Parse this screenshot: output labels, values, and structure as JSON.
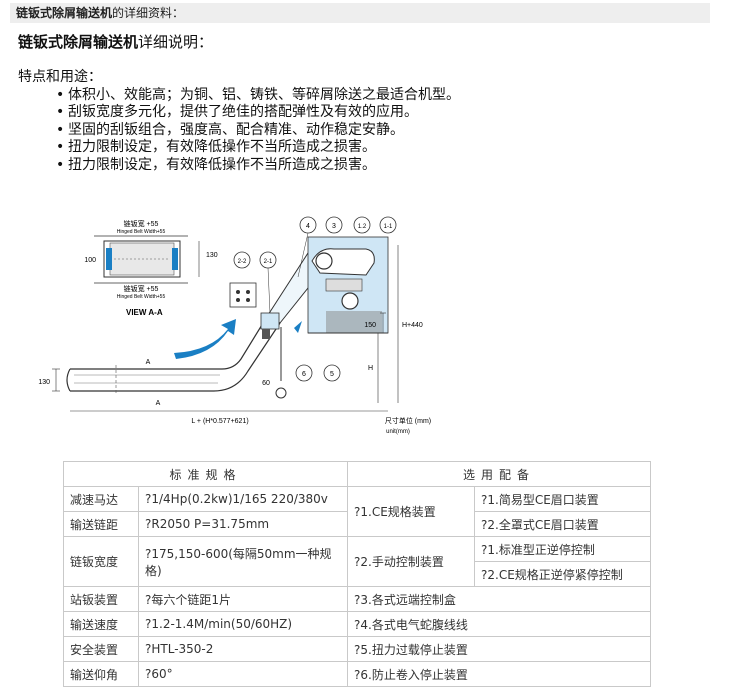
{
  "header": {
    "title_bold": "链钣式除屑输送机",
    "title_rest": "的详细资料："
  },
  "subtitle": {
    "bold": "链钣式除屑输送机",
    "rest": "详细说明："
  },
  "features": {
    "heading": "特点和用途：",
    "items": [
      "体积小、效能高；为铜、铝、铸铁、等碎屑除送之最适合机型。",
      "刮钣宽度多元化，提供了绝佳的搭配弹性及有效的应用。",
      "坚固的刮钣组合，强度高、配合精准、动作稳定安静。",
      "扭力限制设定，有效降低操作不当所造成之损害。",
      "扭力限制设定，有效降低操作不当所造成之损害。"
    ]
  },
  "diagram": {
    "top_label": "链钣宽 +55",
    "top_sublabel": "Hinged Belt Width+55",
    "bottom_label": "链钣宽 +55",
    "bottom_sublabel": "Hinged Belt Width+55",
    "dim_100": "100",
    "dim_130_right": "130",
    "view_label": "VIEW A-A",
    "callouts": [
      "4",
      "3",
      "1.2",
      "1-1",
      "2-2",
      "2-1",
      "6",
      "5"
    ],
    "dim_150": "150",
    "dim_h440": "H+440",
    "dim_h": "H",
    "dim_130_left": "130",
    "label_a": "A",
    "dim_60": "60",
    "length_label": "L + (H*0.577+621)",
    "unit_label": "尺寸单位  (mm)",
    "unit_label_en": "unit(mm)"
  },
  "table": {
    "head_left": "标准规格",
    "head_right": "选用配备",
    "rows": [
      {
        "name": "减速马达",
        "value": "?1/4Hp(0.2kw)1/165 220/380v"
      },
      {
        "name": "输送链距",
        "value": "?R2050 P=31.75mm"
      },
      {
        "name": "链钣宽度",
        "value": "?175,150-600(每隔50mm一种规格)"
      },
      {
        "name": "站钣装置",
        "value": "?每六个链距1片"
      },
      {
        "name": "输送速度",
        "value": "?1.2-1.4M/min(50/60HZ)"
      },
      {
        "name": "安全装置",
        "value": "?HTL-350-2"
      },
      {
        "name": "输送仰角",
        "value": "?60°"
      }
    ],
    "options": {
      "o1": "?1.CE规格装置",
      "o1a": "?1.简易型CE眉口装置",
      "o1b": "?2.全罩式CE眉口装置",
      "o2": "?2.手动控制装置",
      "o2a": "?1.标准型正逆停控制",
      "o2b": "?2.CE规格正逆停紧停控制",
      "o3": "?3.各式远端控制盒",
      "o4": "?4.各式电气蛇腹线线",
      "o5": "?5.扭力过载停止装置",
      "o6": "?6.防止卷入停止装置"
    }
  },
  "colors": {
    "accent_blue": "#1a7fc4",
    "machine_fill": "#cfe6f5",
    "topbar_bg": "#eeeeee"
  }
}
